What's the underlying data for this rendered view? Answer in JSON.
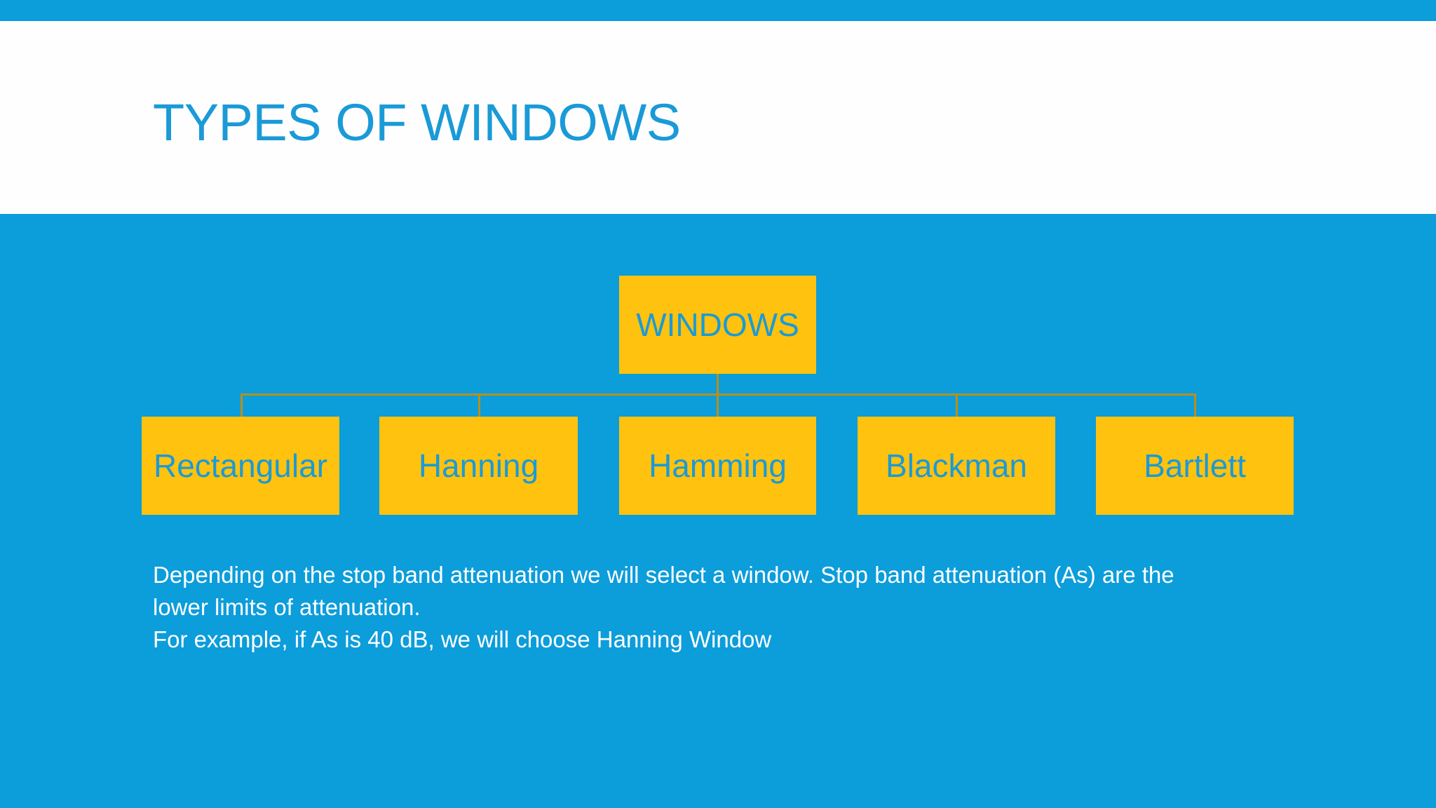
{
  "slide": {
    "title": "TYPES OF WINDOWS",
    "background_color": "#0c9ddb",
    "header_background_color": "#ffffff",
    "accent_color": "#1a9ad7",
    "node_fill_color": "#ffc20e",
    "node_text_color": "#1a9ad7",
    "connector_color": "#b8901a",
    "body_text_color": "#ffffff"
  },
  "diagram": {
    "type": "tree",
    "root": {
      "label": "WINDOWS"
    },
    "children": [
      {
        "label": "Rectangular"
      },
      {
        "label": "Hanning"
      },
      {
        "label": "Hamming"
      },
      {
        "label": "Blackman"
      },
      {
        "label": "Bartlett"
      }
    ]
  },
  "body": {
    "paragraph_1_line_1": "Depending on the stop band attenuation we will select a window. Stop band attenuation (As) are the",
    "paragraph_1_line_2": "lower limits of attenuation.",
    "paragraph_2": "For example, if As is 40 dB, we will choose Hanning Window"
  }
}
